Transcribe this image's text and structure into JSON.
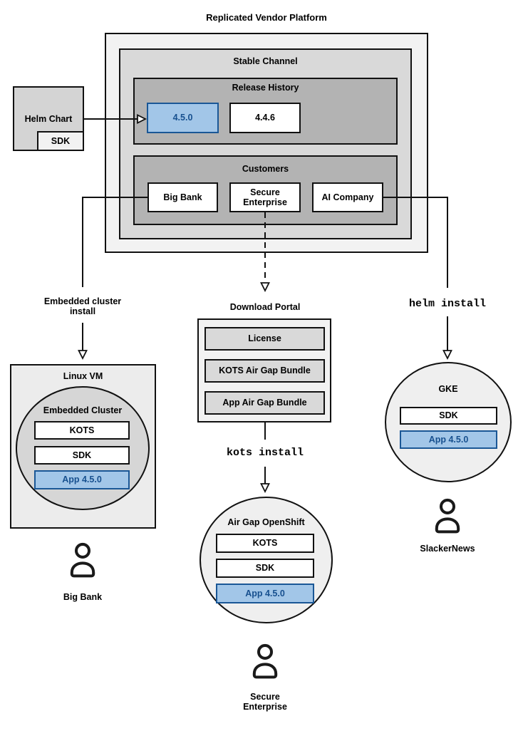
{
  "title": "Replicated Vendor Platform",
  "stable_channel": {
    "label": "Stable Channel",
    "release_history": {
      "label": "Release History",
      "current_release": "4.5.0",
      "previous_release": "4.4.6"
    },
    "customers": {
      "label": "Customers",
      "big_bank": "Big Bank",
      "secure_enterprise": "Secure Enterprise",
      "ai_company": "AI Company"
    }
  },
  "helm_chart": {
    "label": "Helm Chart",
    "sdk": "SDK"
  },
  "flows": {
    "embedded_cluster_label": "Embedded cluster install",
    "kots_command": "kots install",
    "helm_command": "helm install"
  },
  "download_portal": {
    "title": "Download Portal",
    "items": [
      "License",
      "KOTS Air Gap Bundle",
      "App Air Gap Bundle"
    ]
  },
  "linux_vm": {
    "title": "Linux VM",
    "embedded_cluster": {
      "title": "Embedded Cluster",
      "kots": "KOTS",
      "sdk": "SDK",
      "app": "App 4.5.0"
    }
  },
  "air_gap_openshift": {
    "title": "Air Gap OpenShift",
    "kots": "KOTS",
    "sdk": "SDK",
    "app": "App 4.5.0"
  },
  "gke": {
    "title": "GKE",
    "sdk": "SDK",
    "app": "App 4.5.0"
  },
  "users": {
    "big_bank": "Big Bank",
    "secure_enterprise": "Secure Enterprise",
    "slackernews": "SlackerNews"
  },
  "colors": {
    "highlight_fill": "#a2c6e8",
    "highlight_border": "#1a5796",
    "highlight_text": "#17508f",
    "outer_platform": "#f2f2f2",
    "channel_gray": "#d9d9d9",
    "inner_gray": "#b3b3b3"
  }
}
